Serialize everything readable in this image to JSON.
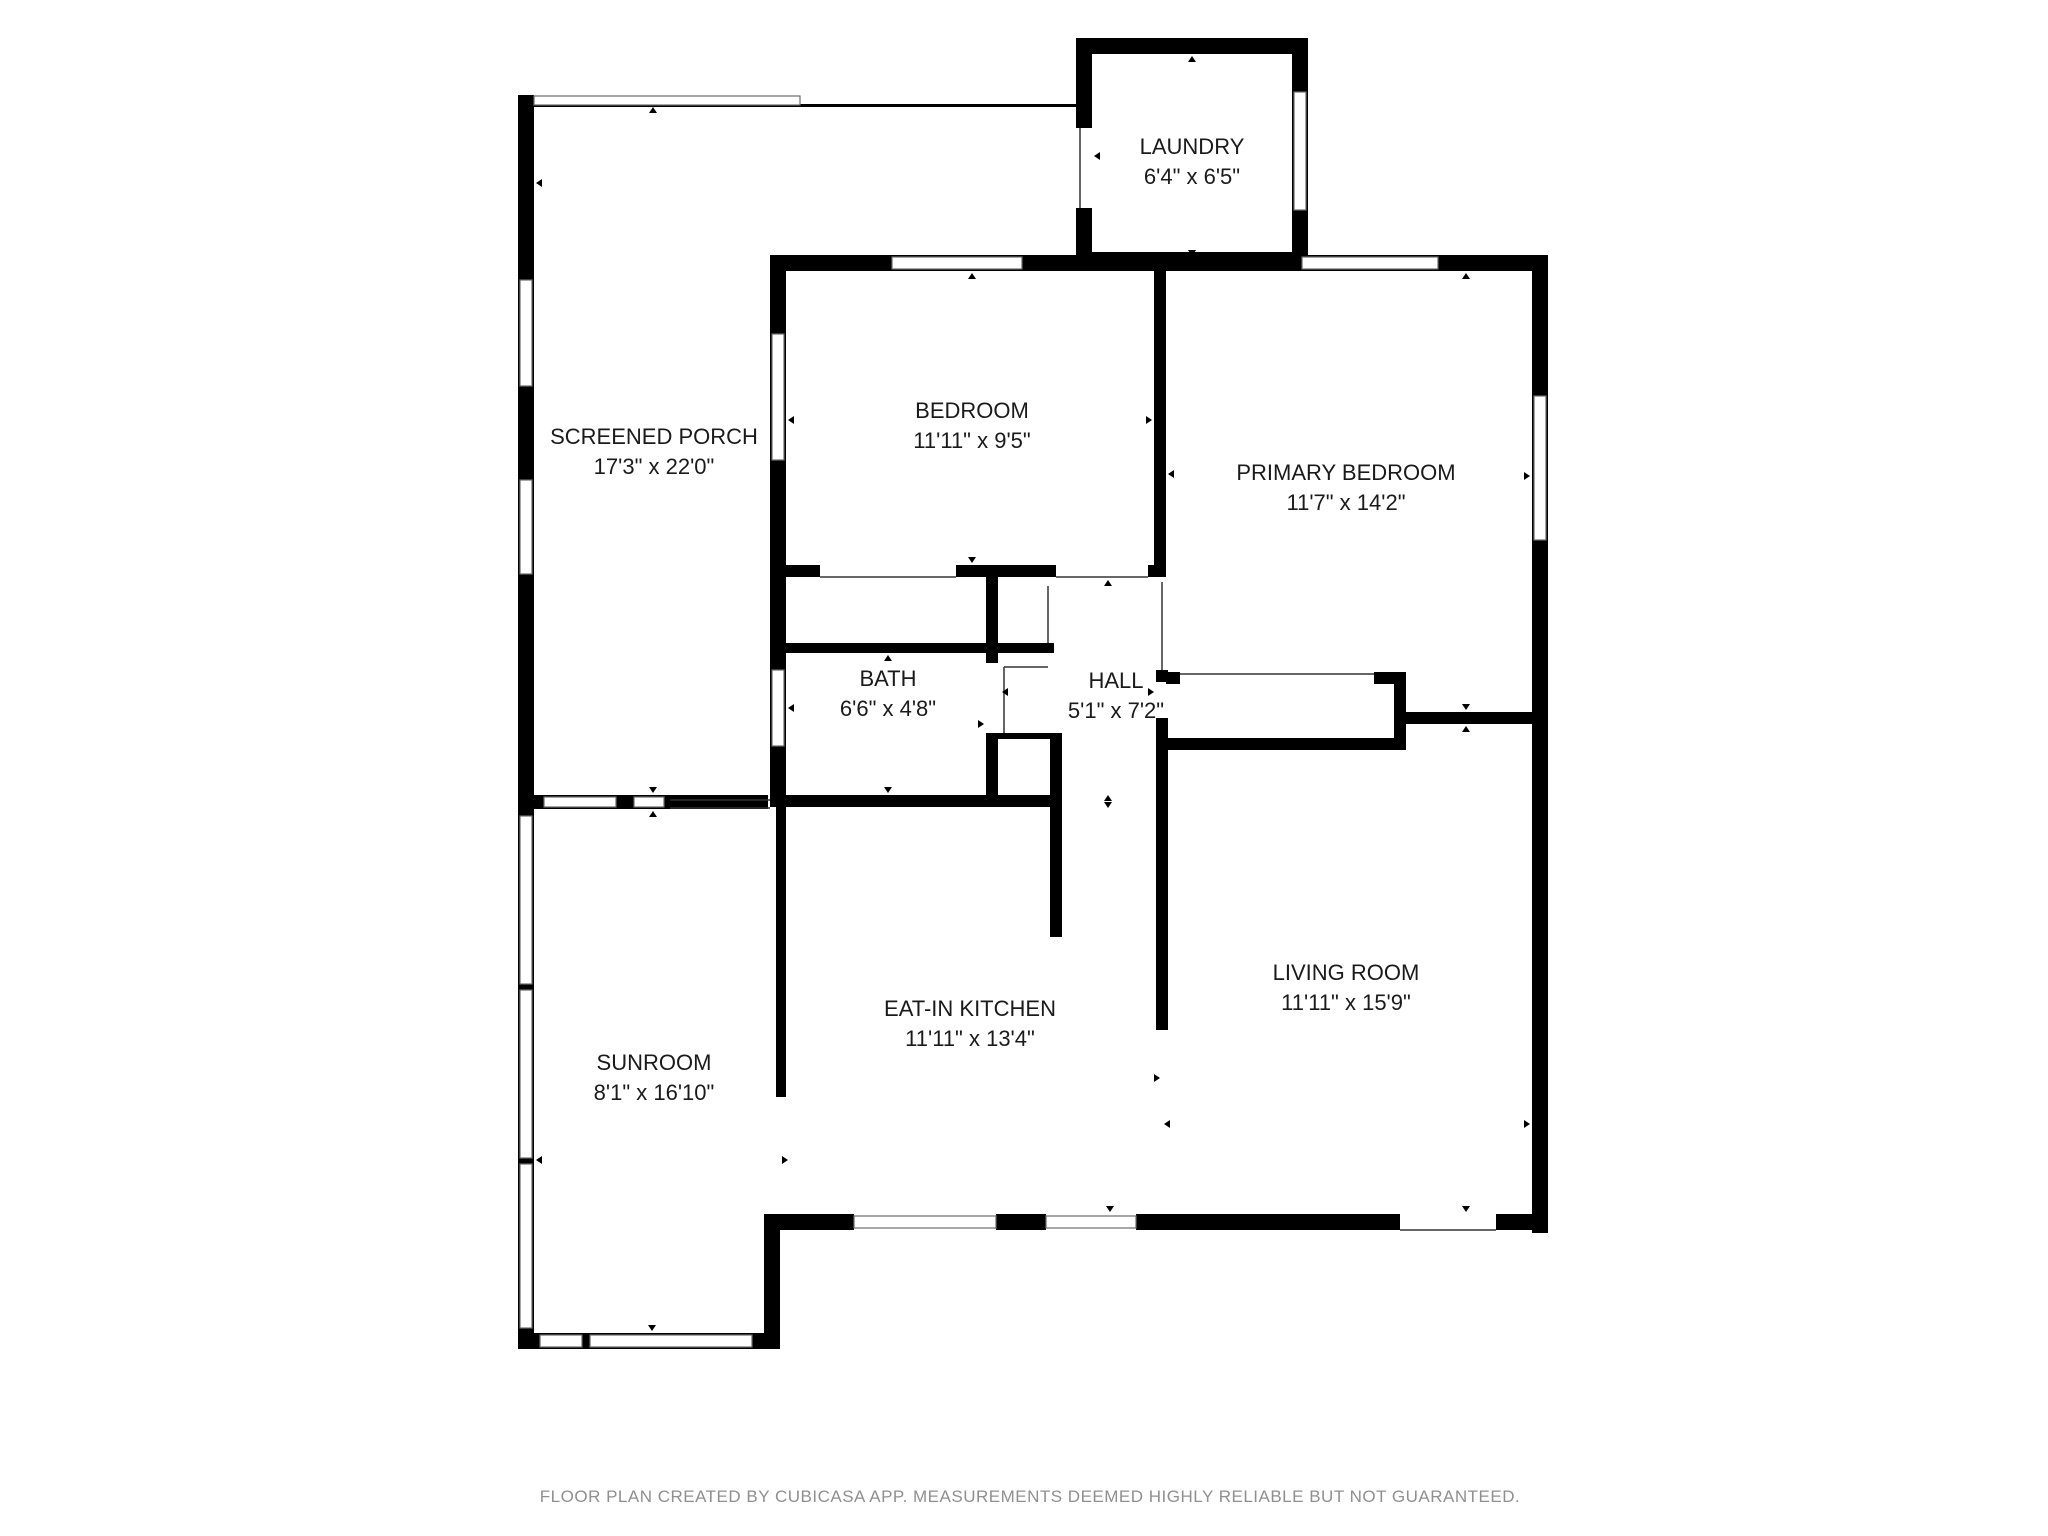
{
  "rooms": {
    "screened_porch": {
      "name": "SCREENED PORCH",
      "dims": "17'3\" x 22'0\""
    },
    "laundry": {
      "name": "LAUNDRY",
      "dims": "6'4\" x 6'5\""
    },
    "bedroom": {
      "name": "BEDROOM",
      "dims": "11'11\" x 9'5\""
    },
    "primary_bedroom": {
      "name": "PRIMARY BEDROOM",
      "dims": "11'7\" x 14'2\""
    },
    "bath": {
      "name": "BATH",
      "dims": "6'6\" x 4'8\""
    },
    "hall": {
      "name": "HALL",
      "dims": "5'1\" x 7'2\""
    },
    "sunroom": {
      "name": "SUNROOM",
      "dims": "8'1\" x 16'10\""
    },
    "kitchen": {
      "name": "EAT-IN KITCHEN",
      "dims": "11'11\" x 13'4\""
    },
    "living_room": {
      "name": "LIVING ROOM",
      "dims": "11'11\" x 15'9\""
    }
  },
  "footer": "FLOOR PLAN CREATED BY CUBICASA APP. MEASUREMENTS DEEMED HIGHLY RELIABLE BUT NOT GUARANTEED."
}
